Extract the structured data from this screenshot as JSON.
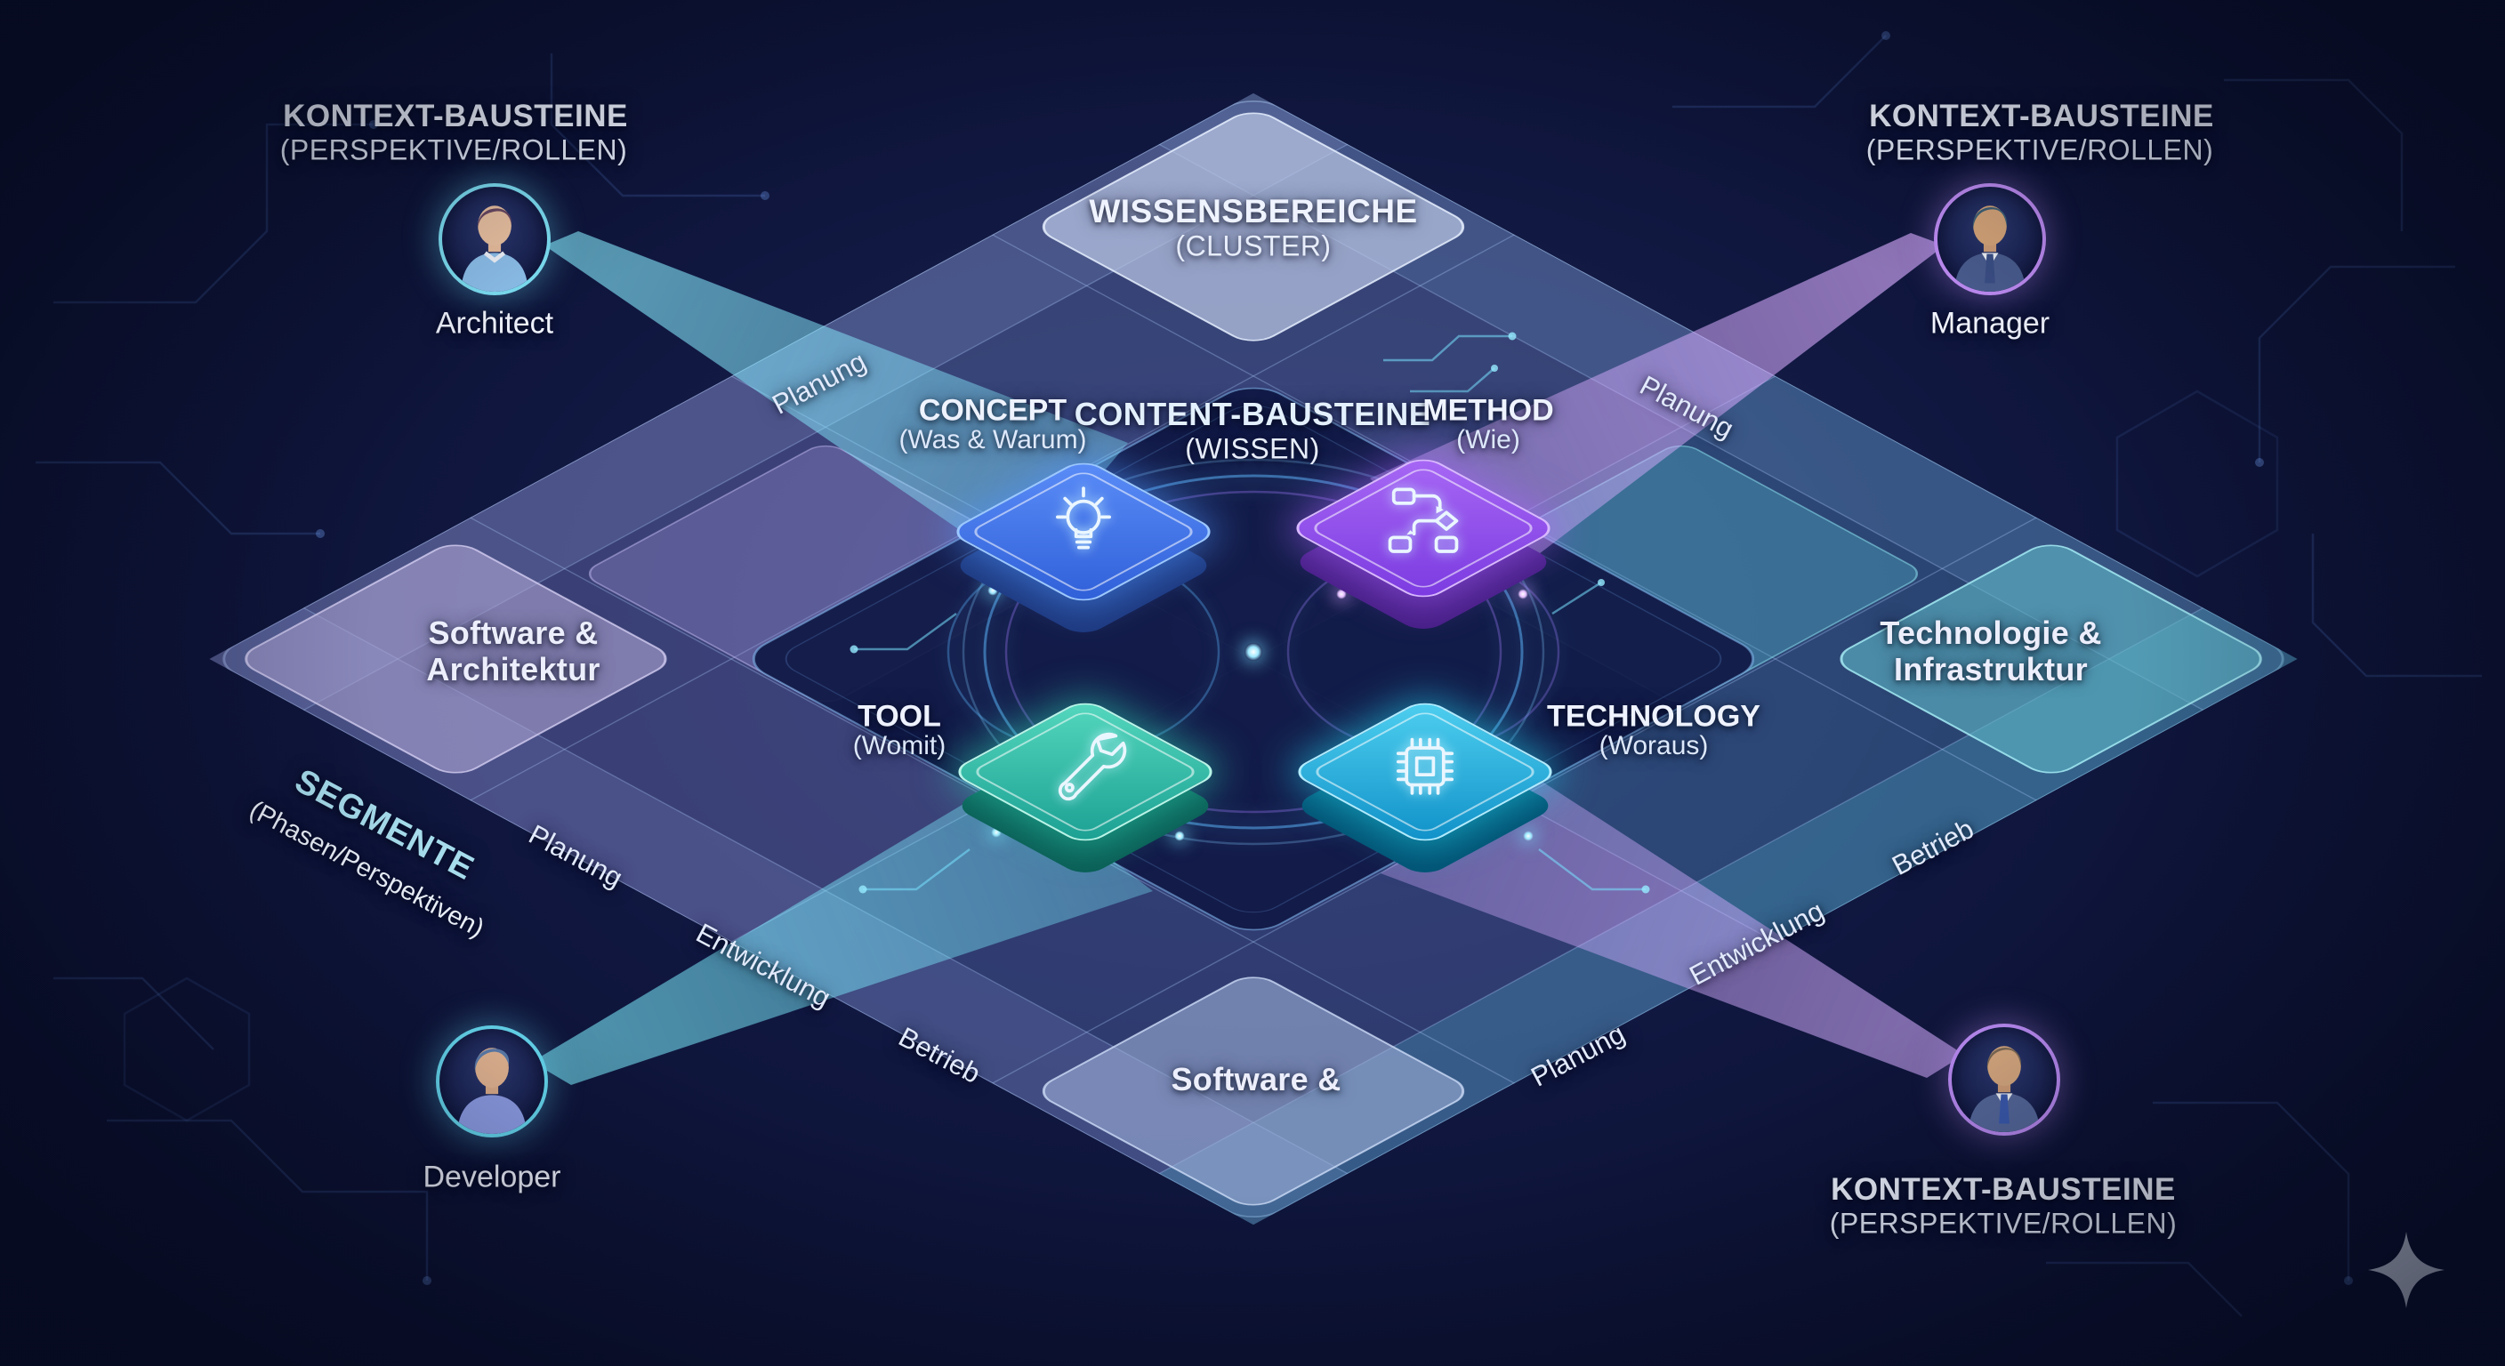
{
  "kontext": {
    "title": "KONTEXT-BAUSTEINE",
    "subtitle": "(PERSPEKTIVE/ROLLEN)"
  },
  "personas": {
    "top_left": "Architect",
    "top_right": "Manager",
    "bottom_left": "Developer"
  },
  "board": {
    "top_tile_line1": "WISSENSBEREICHE",
    "top_tile_line2": "(CLUSTER)",
    "left_tile_line1": "Software &",
    "left_tile_line2": "Architektur",
    "right_tile_line1": "Technologie &",
    "right_tile_line2": "Infrastruktur",
    "bottom_tile_line1": "Software &",
    "segment_axis_title": "SEGMENTE",
    "segment_axis_subtitle": "(Phasen/Perspektiven)",
    "edges": {
      "bottom_left": [
        "Planung",
        "Entwicklung",
        "Betrieb"
      ],
      "bottom_right": [
        "Planung",
        "Entwicklung",
        "Betrieb"
      ],
      "upper_left": "Planung",
      "upper_right": "Planung"
    }
  },
  "center": {
    "label_line1": "CONTENT-BAUSTEINE",
    "label_line2": "(WISSEN)",
    "chips": [
      {
        "name": "CONCEPT",
        "hint": "(Was & Warum)",
        "icon": "lightbulb-icon",
        "color": "#4a7df0"
      },
      {
        "name": "METHOD",
        "hint": "(Wie)",
        "icon": "flowchart-icon",
        "color": "#9a55f0"
      },
      {
        "name": "TOOL",
        "hint": "(Womit)",
        "icon": "wrench-icon",
        "color": "#2bbfa4"
      },
      {
        "name": "TECHNOLOGY",
        "hint": "(Woraus)",
        "icon": "cpu-icon",
        "color": "#1db4e4"
      }
    ]
  },
  "colors": {
    "background": "#10173f",
    "accent_cyan": "#7fe3f7",
    "accent_purple": "#c08df5",
    "concept_blue": "#4a7df0",
    "method_purple": "#9a55f0",
    "tool_teal": "#2bbfa4",
    "technology_cyan": "#1db4e4"
  }
}
